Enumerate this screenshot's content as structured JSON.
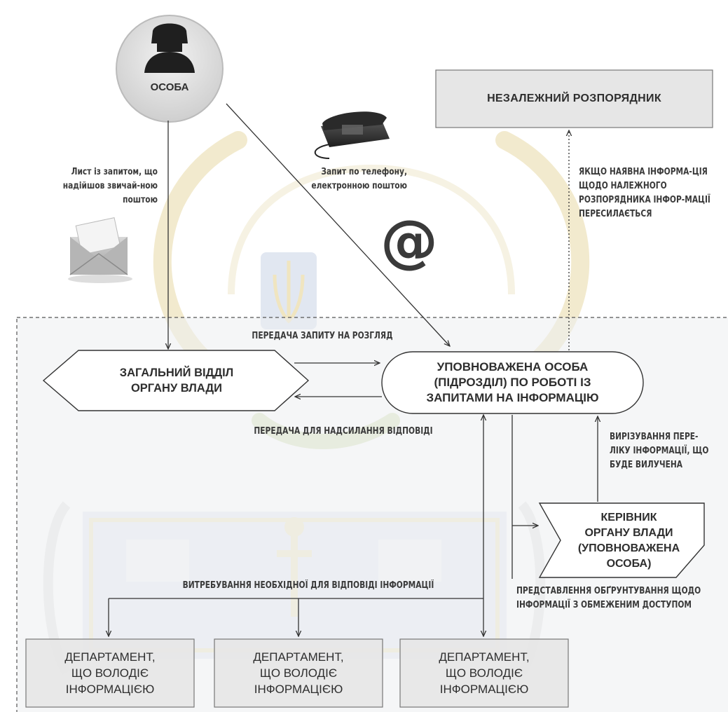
{
  "person": {
    "label": "ОСОБА"
  },
  "independent_manager": {
    "label": "НЕЗАЛЕЖНИЙ РОЗПОРЯДНИК"
  },
  "labels": {
    "mail_request": "Лист із запитом, що надійшов звичай-ною поштою",
    "phone_request": "Запит по телефону, електронною поштою",
    "forwarding_note": "ЯКЩО НАЯВНА ІНФОРМА-ЦІЯ ЩОДО НАЛЕЖНОГО РОЗПОРЯДНИКА ІНФОР-МАЦІЇ ПЕРЕСИЛАЄТЬСЯ",
    "transfer_for_review": "ПЕРЕДАЧА ЗАПИТУ НА РОЗГЛЯД",
    "transfer_for_reply": "ПЕРЕДАЧА ДЛЯ НАДСИЛАННЯ ВІДПОВІДІ",
    "deciding_list": "ВИРІЗУВАННЯ ПЕРЕ-ЛІКУ ІНФОРМАЦІЇ, ЩО БУДЕ ВИЛУЧЕНА",
    "requesting_info": "ВИТРЕБУВАННЯ НЕОБХІДНОЇ ДЛЯ ВІДПОВІДІ ІНФОРМАЦІЇ",
    "justification": "ПРЕДСТАВЛЕННЯ ОБҐРУНТУВАННЯ ЩОДО ІНФОРМАЦІЇ З ОБМЕЖЕНИМ ДОСТУПОМ"
  },
  "general_department": {
    "line1": "ЗАГАЛЬНИЙ ВІДДІЛ",
    "line2": "ОРГАНУ ВЛАДИ"
  },
  "authorized_person": {
    "line1": "УПОВНОВАЖЕНА ОСОБА",
    "line2": "(ПІДРОЗДІЛ) ПО РОБОТІ ІЗ",
    "line3": "ЗАПИТАМИ НА ІНФОРМАЦІЮ"
  },
  "head": {
    "line1": "КЕРІВНИК",
    "line2": "ОРГАНУ ВЛАДИ",
    "line3": "(УПОВНОВАЖЕНА",
    "line4": "ОСОБА)"
  },
  "departments": [
    {
      "line1": "ДЕПАРТАМЕНТ,",
      "line2": "ЩО ВОЛОДІЄ",
      "line3": "ІНФОРМАЦІЄЮ"
    },
    {
      "line1": "ДЕПАРТАМЕНТ,",
      "line2": "ЩО ВОЛОДІЄ",
      "line3": "ІНФОРМАЦІЄЮ"
    },
    {
      "line1": "ДЕПАРТАМЕНТ,",
      "line2": "ЩО ВОЛОДІЄ",
      "line3": "ІНФОРМАЦІЄЮ"
    }
  ],
  "icons": {
    "at_symbol": "@"
  },
  "colors": {
    "frame_fill": "#eceef1",
    "box_fill": "#e6e6e6",
    "line": "#333333",
    "watermark_gold": "#e8d9a6",
    "watermark_blue": "#c9d3e6"
  }
}
